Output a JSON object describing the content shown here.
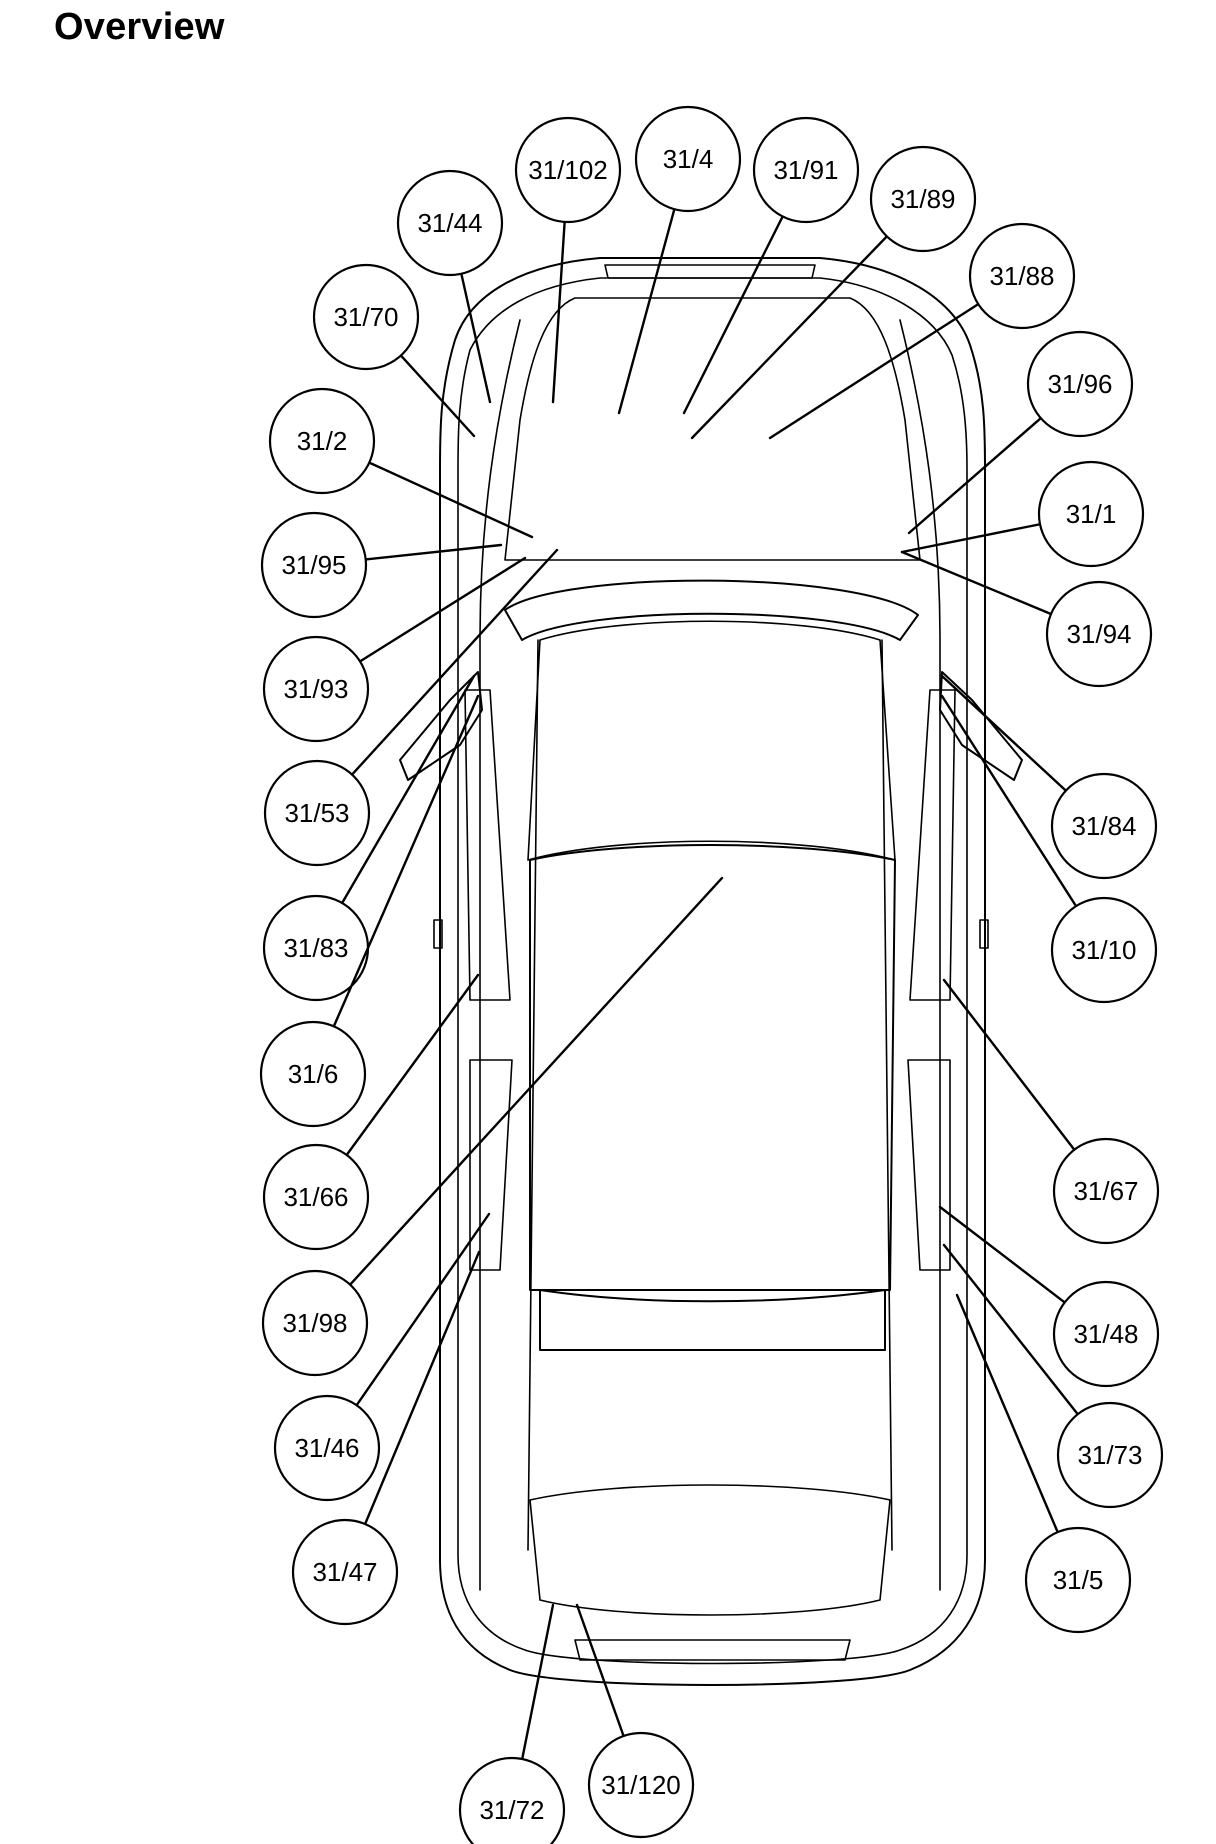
{
  "title": "Overview",
  "callouts": [
    {
      "label": "31/102"
    },
    {
      "label": "31/4"
    },
    {
      "label": "31/91"
    },
    {
      "label": "31/89"
    },
    {
      "label": "31/44"
    },
    {
      "label": "31/88"
    },
    {
      "label": "31/70"
    },
    {
      "label": "31/96"
    },
    {
      "label": "31/2"
    },
    {
      "label": "31/1"
    },
    {
      "label": "31/95"
    },
    {
      "label": "31/94"
    },
    {
      "label": "31/93"
    },
    {
      "label": "31/53"
    },
    {
      "label": "31/84"
    },
    {
      "label": "31/83"
    },
    {
      "label": "31/10"
    },
    {
      "label": "31/6"
    },
    {
      "label": "31/66"
    },
    {
      "label": "31/67"
    },
    {
      "label": "31/98"
    },
    {
      "label": "31/48"
    },
    {
      "label": "31/46"
    },
    {
      "label": "31/73"
    },
    {
      "label": "31/47"
    },
    {
      "label": "31/5"
    },
    {
      "label": "31/72"
    },
    {
      "label": "31/120"
    }
  ]
}
